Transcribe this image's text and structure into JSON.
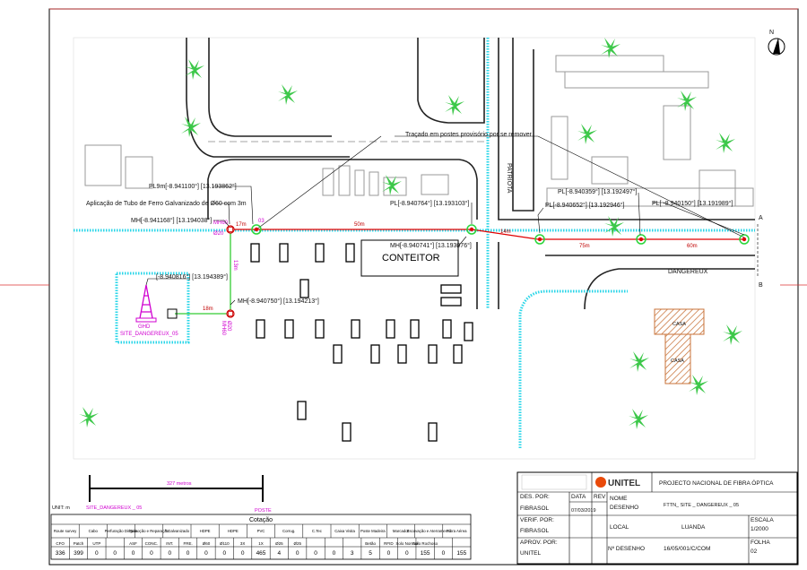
{
  "north": "N",
  "labels": {
    "tracado": "Traçado em postes provisório por se remover",
    "aplicacao": "Aplicação de Tubo de Ferro Galvanizado de Ø60 com 3m",
    "pl9": "PL9m[-8.941100°] [13.193862°]",
    "mh1": "MH[-8.941168°] [13.194038°]",
    "pl2": "PL[-8.940764°] [13.193103°]",
    "mh2": "MH[-8.940741°] [13.193076°]",
    "pl3": "PL[-8.940359°] [13.192497°]",
    "pl4": "PL[-8.940652°] [13.192946°]",
    "pl5": "PL[ -8.940150°] [13.191989°]",
    "site_coord": "[-8.940816°] [13.194389°]",
    "mh3": "MH[-8.940750°] [13.194213°]",
    "conteitor": "CONTEITOR",
    "patriota": "PATRIOTA",
    "dangereux": "DANGEREUX",
    "casa1": "CASA",
    "casa2": "CASA",
    "site_name": "SITE_DANGEREUX_05",
    "a": "A",
    "b": "B",
    "d50": "50m",
    "d14": "14m",
    "d75": "75m",
    "d60": "60m",
    "d17": "17m",
    "d18": "18m",
    "d13": "13m",
    "mhd1": "MH60",
    "mhd2": "Ø20",
    "mhd3": "MH60",
    "mhd4": "Ø20",
    "ghd": "GHD",
    "p03": "03"
  },
  "scale": {
    "length": "327 metros",
    "unit": "UNIT: m",
    "start": "SITE_DANGEREUX _ 05",
    "end": "POSTE"
  },
  "cotacao": {
    "title": "Cotação",
    "groups": [
      "Route survey",
      "Cabo",
      "Perfuração Dirigida",
      "Remoção e Reparação",
      "T.Galvanizado",
      "HDPE",
      "HDPE",
      "PVC",
      "Corrug.",
      "C.Tec",
      "Caixa Visita",
      "Poste Madeira",
      "Marcador",
      "Escavação e Aterramento",
      "Fibra Aérea"
    ],
    "subs": [
      "CFO",
      "Patch",
      "UTP",
      "",
      "ASF",
      "CONC.",
      "INT.",
      "FRE.",
      "Ø60",
      "Ø110",
      "3X",
      "1X",
      "Ø25",
      "Ø25",
      "",
      "",
      "",
      "Betão",
      "RFID",
      "Solo Normal",
      "Solo Rochoso",
      ""
    ],
    "values": [
      "336",
      "399",
      "0",
      "0",
      "0",
      "0",
      "0",
      "0",
      "0",
      "0",
      "0",
      "465",
      "4",
      "0",
      "0",
      "0",
      "3",
      "5",
      "0",
      "0",
      "155",
      "0",
      "155"
    ]
  },
  "title_block": {
    "logo_text": "UNITEL",
    "project": "PROJECTO NACIONAL DE FIBRA ÓPTICA",
    "des_por": "DES. POR:",
    "des_val": "FIBRASOL",
    "verif_por": "VERIF. POR:",
    "verif_val": "FIBRASOL",
    "aprov_por": "APROV. POR:",
    "aprov_val": "UNITEL",
    "data_h": "DATA",
    "data_v": "07/03/2019",
    "rev_h": "REV",
    "nome_h": "NOME",
    "desenho_h": "DESENHO",
    "desenho_v": "FTTN_ SITE _ DANGEREUX _ 05",
    "local_h": "LOCAL",
    "local_v": "LUANDA",
    "escala_h": "ESCALA",
    "escala_v": "1/2000",
    "ndes_h": "Nº DESENHO",
    "ndes_v": "16/05/001/C/COM",
    "folha_h": "FOLHA",
    "folha_v": "02"
  }
}
